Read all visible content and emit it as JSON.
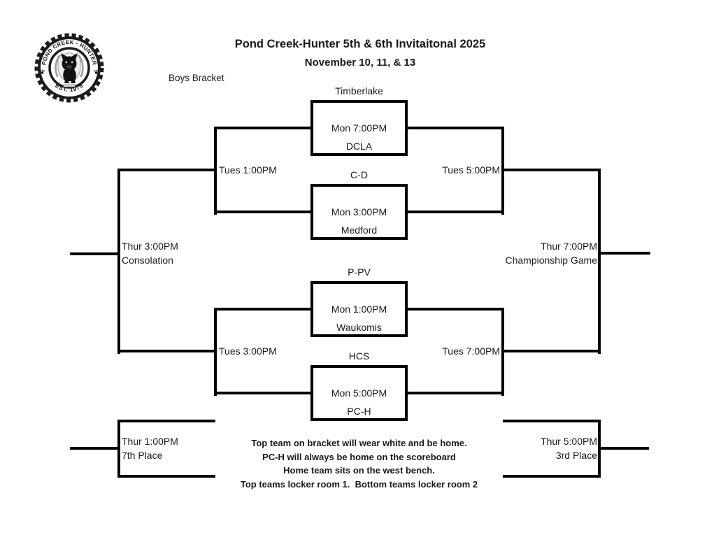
{
  "header": {
    "title": "Pond Creek-Hunter 5th & 6th Invitaitonal 2025",
    "subtitle": "November 10, 11, & 13",
    "bracket_label": "Boys Bracket"
  },
  "logo": {
    "top_text": "POND CREEK - HUNTER",
    "bottom_text": "EST. 1975"
  },
  "games": [
    {
      "team_top": "Timberlake",
      "time": "Mon 7:00PM",
      "team_bottom": "DCLA"
    },
    {
      "team_top": "C-D",
      "time": "Mon 3:00PM",
      "team_bottom": "Medford"
    },
    {
      "team_top": "P-PV",
      "time": "Mon 1:00PM",
      "team_bottom": "Waukomis"
    },
    {
      "team_top": "HCS",
      "time": "Mon 5:00PM",
      "team_bottom": "PC-H"
    }
  ],
  "rounds": {
    "left_semi_top": "Tues 1:00PM",
    "left_semi_bottom": "Tues 3:00PM",
    "right_semi_top": "Tues 5:00PM",
    "right_semi_bottom": "Tues 7:00PM",
    "consolation_time": "Thur 3:00PM",
    "consolation_label": "Consolation",
    "championship_time": "Thur 7:00PM",
    "championship_label": "Championship Game",
    "seventh_place_time": "Thur 1:00PM",
    "seventh_place_label": "7th Place",
    "third_place_time": "Thur 5:00PM",
    "third_place_label": "3rd Place"
  },
  "notes": [
    "Top team on bracket will wear white and be home.",
    "PC-H will always be home on the scoreboard",
    "Home team sits on the west bench.",
    "Top teams locker room 1.  Bottom teams locker room 2"
  ],
  "colors": {
    "line": "#000000",
    "text": "#1a1a1a",
    "background": "#ffffff"
  }
}
